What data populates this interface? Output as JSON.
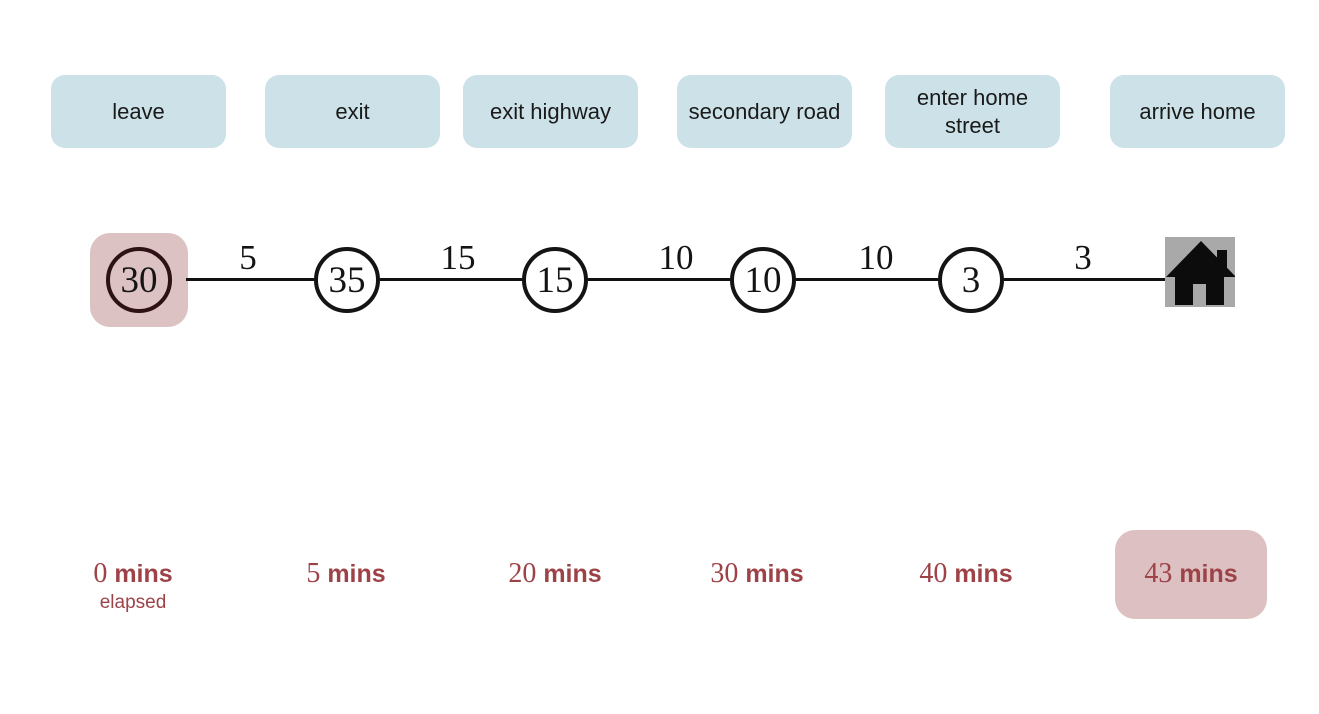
{
  "colors": {
    "stage_box_blue": "#cce2e8",
    "highlight_pink": "#ddc2c4",
    "accent_red": "#9d4348",
    "line_black": "#111111",
    "house_gray": "#a9a9a9"
  },
  "stages": [
    {
      "label": "leave"
    },
    {
      "label": "exit"
    },
    {
      "label": "exit highway"
    },
    {
      "label": "secondary road"
    },
    {
      "label": "enter home street"
    },
    {
      "label": "arrive home"
    }
  ],
  "graph": {
    "nodes": [
      {
        "value": "30",
        "highlighted": true
      },
      {
        "value": "35",
        "highlighted": false
      },
      {
        "value": "15",
        "highlighted": false
      },
      {
        "value": "10",
        "highlighted": false
      },
      {
        "value": "3",
        "highlighted": false
      }
    ],
    "edges": [
      {
        "weight": "5"
      },
      {
        "weight": "15"
      },
      {
        "weight": "10"
      },
      {
        "weight": "10"
      },
      {
        "weight": "3"
      }
    ],
    "end_icon": "house-icon"
  },
  "elapsed": {
    "caption": "elapsed",
    "times": [
      {
        "value": "0",
        "unit": "mins",
        "highlighted": false
      },
      {
        "value": "5",
        "unit": "mins",
        "highlighted": false
      },
      {
        "value": "20",
        "unit": "mins",
        "highlighted": false
      },
      {
        "value": "30",
        "unit": "mins",
        "highlighted": false
      },
      {
        "value": "40",
        "unit": "mins",
        "highlighted": false
      },
      {
        "value": "43",
        "unit": "mins",
        "highlighted": true
      }
    ]
  }
}
